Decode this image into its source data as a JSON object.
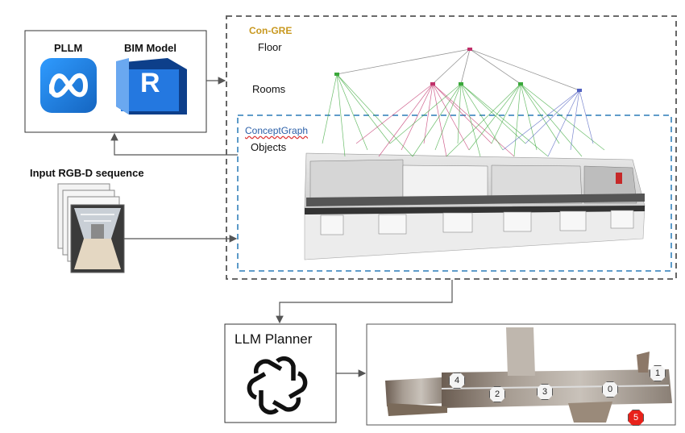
{
  "labels": {
    "pllm": "PLLM",
    "bim_model": "BIM Model",
    "con_gre": "Con-GRE",
    "floor": "Floor",
    "rooms": "Rooms",
    "concept_graph": "ConceptGraph",
    "objects": "Objects",
    "input_rgbd": "Input RGB-D sequence",
    "llm_planner": "LLM Planner",
    "bim_logo_letter": "R"
  },
  "waypoints": [
    "4",
    "2",
    "3",
    "0",
    "1",
    "5"
  ],
  "colors": {
    "con_gre_text": "#c8981f",
    "concept_graph_text": "#2a5fa8",
    "concept_graph_border": "#4a8fc2",
    "con_gre_border": "#555555",
    "meta_blue": "#1e88e5",
    "bim_blue": "#1e6fd4",
    "edge_green": "#3aa83a",
    "edge_red": "#c0306a",
    "edge_blue": "#5060c0",
    "waypoint_goal": "#e8221b"
  }
}
